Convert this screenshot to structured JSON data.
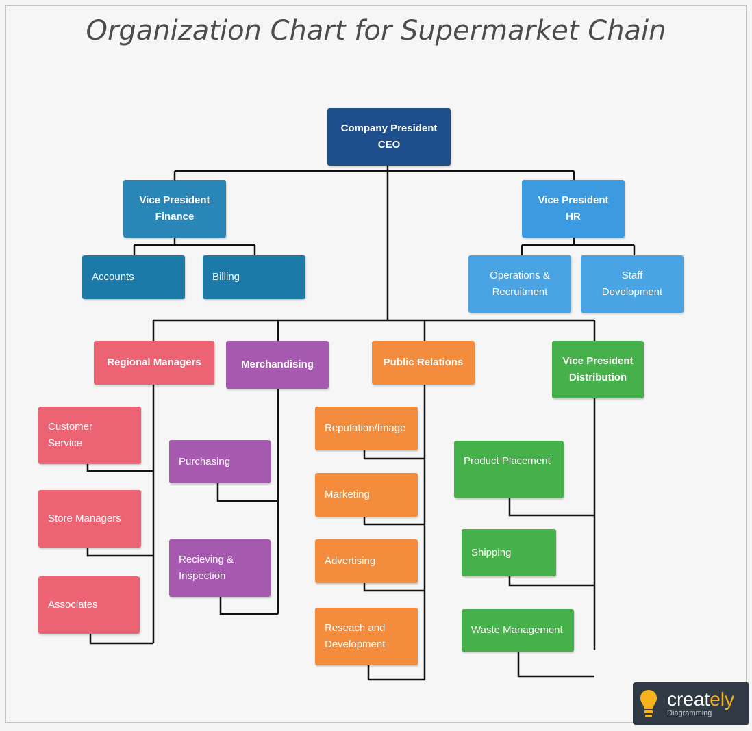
{
  "title": "Organization Chart for Supermarket Chain",
  "colors": {
    "navy": "#1f4e8c",
    "finance_blue": "#2b86b8",
    "accounts_blue": "#1d79a8",
    "hr_blue": "#3b9ae0",
    "hr_light": "#4aa3e2",
    "pink": "#ec6474",
    "purple": "#a55aaf",
    "orange": "#f48c3e",
    "green": "#46b04a",
    "line": "#111111"
  },
  "nodes": {
    "ceo": [
      "Company President",
      "CEO"
    ],
    "vp_finance": [
      "Vice President",
      "Finance"
    ],
    "accounts": [
      "Accounts"
    ],
    "billing": [
      "Billing"
    ],
    "vp_hr": [
      "Vice President",
      "HR"
    ],
    "operations": [
      "Operations &",
      "Recruitment"
    ],
    "staff": [
      "Staff",
      "Development"
    ],
    "regional": [
      "Regional Managers"
    ],
    "merch": [
      "Merchandising"
    ],
    "pr": [
      "Public Relations"
    ],
    "vp_dist": [
      "Vice President",
      "Distribution"
    ],
    "customer": [
      "Customer",
      "Service"
    ],
    "store": [
      "Store Managers"
    ],
    "associates": [
      "Associates"
    ],
    "purchasing": [
      "Purchasing"
    ],
    "receiving": [
      "Recieving &",
      "Inspection"
    ],
    "reputation": [
      "Reputation/Image"
    ],
    "marketing": [
      "Marketing"
    ],
    "advertising": [
      "Advertising"
    ],
    "research": [
      "Reseach and",
      "Development"
    ],
    "product": [
      "Product Placement"
    ],
    "shipping": [
      "Shipping"
    ],
    "waste": [
      "Waste Management"
    ]
  },
  "logo": {
    "name_main": "creat",
    "name_accent": "ely",
    "sub": "Diagramming",
    "icon": "lightbulb-icon"
  }
}
